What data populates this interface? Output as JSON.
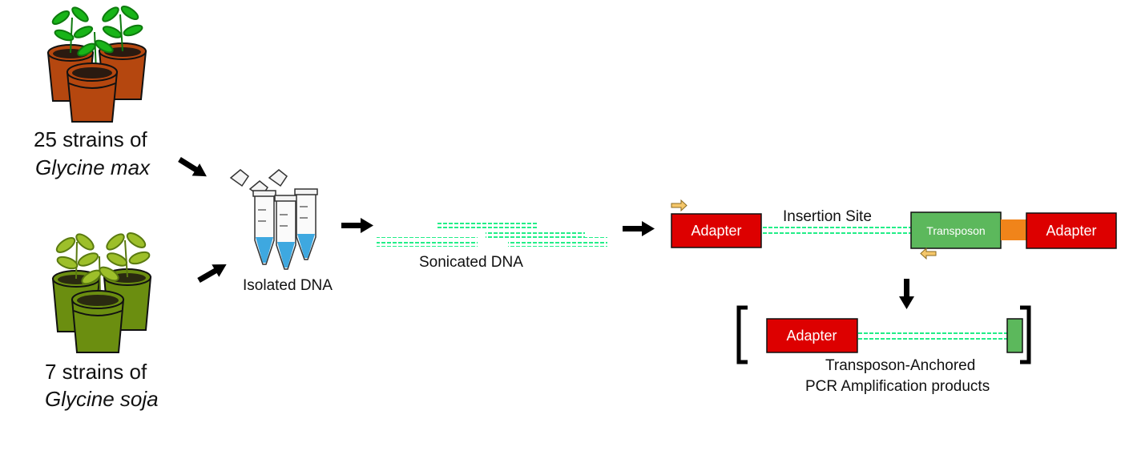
{
  "labels": {
    "gmax_line1": "25 strains of",
    "gmax_line2": "Glycine max",
    "gsoja_line1": "7 strains of",
    "gsoja_line2": "Glycine soja",
    "isolated_dna": "Isolated DNA",
    "sonicated_dna": "Sonicated DNA",
    "insertion_site": "Insertion Site",
    "adapter": "Adapter",
    "transposon": "Transposon",
    "products_line1": "Transposon-Anchored",
    "products_line2": "PCR Amplification products"
  },
  "colors": {
    "pot_max": "#b5470f",
    "pot_soja": "#6b8e10",
    "leaf_max": "#18b418",
    "leaf_soja": "#9dbf2a",
    "adapter": "#dd0000",
    "transposon": "#5cb85c",
    "linker": "#f0841a",
    "dna": "#22ee88",
    "primer": "#f5c76a",
    "tube_liquid": "#3ea8e0"
  }
}
